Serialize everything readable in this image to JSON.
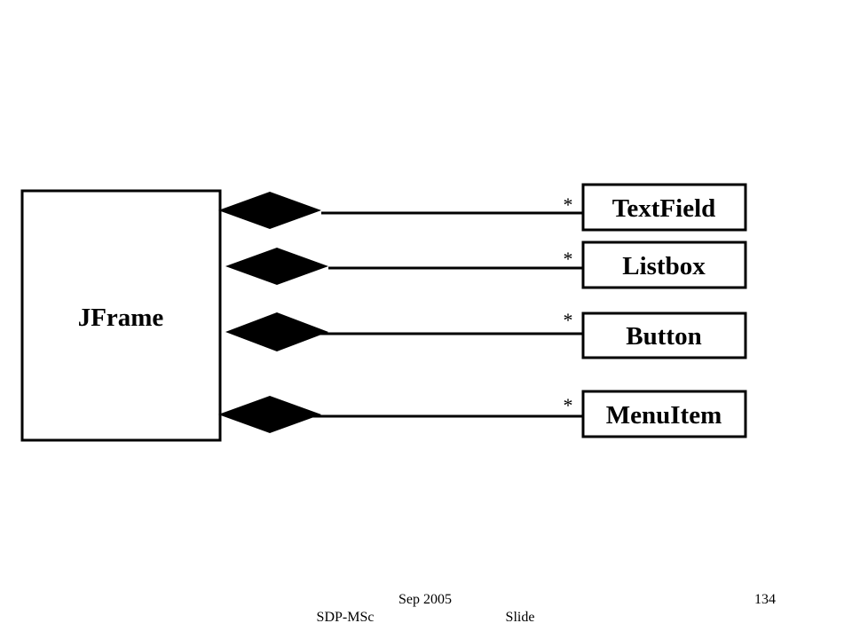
{
  "diagram": {
    "container": {
      "label": "JFrame"
    },
    "components": [
      {
        "label": "TextField",
        "multiplicity": "*"
      },
      {
        "label": "Listbox",
        "multiplicity": "*"
      },
      {
        "label": "Button",
        "multiplicity": "*"
      },
      {
        "label": "MenuItem",
        "multiplicity": "*"
      }
    ]
  },
  "footer": {
    "date": "Sep 2005",
    "course": "SDP-MSc",
    "slide_label": "Slide",
    "page_number": "134"
  }
}
